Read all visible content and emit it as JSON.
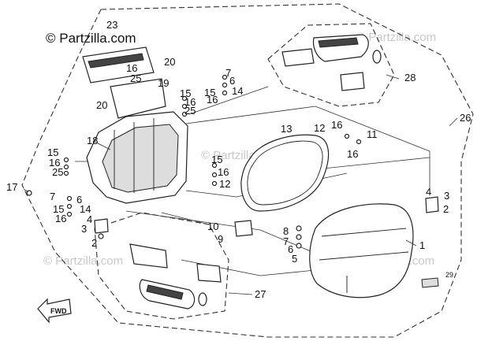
{
  "brand": {
    "text": "© Partzilla.com"
  },
  "watermarks": [
    "© Partzilla.com",
    "© Partzilla.com",
    "© Partzilla.com",
    "© Partzilla.com"
  ],
  "direction_marker": "FWD",
  "callouts": {
    "c1": "1",
    "c2a": "2",
    "c2b": "2",
    "c3a": "3",
    "c3b": "3",
    "c4a": "4",
    "c4b": "4",
    "c5": "5",
    "c6a": "6",
    "c6b": "6",
    "c6c": "6",
    "c7a": "7",
    "c7b": "7",
    "c7c": "7",
    "c8": "8",
    "c9": "9",
    "c10": "10",
    "c11": "11",
    "c12a": "12",
    "c12b": "12",
    "c13": "13",
    "c14a": "14",
    "c14b": "14",
    "c15a": "15",
    "c15b": "15",
    "c15c": "15",
    "c15d": "15",
    "c15e": "15",
    "c16a": "16",
    "c16b": "16",
    "c16c": "16",
    "c16d": "16",
    "c16e": "16",
    "c16f": "16",
    "c16g": "16",
    "c16h": "16",
    "c17": "17",
    "c18": "18",
    "c19": "19",
    "c20a": "20",
    "c20b": "20",
    "c23": "23",
    "c25a": "25",
    "c25b": "25",
    "c25c": "25",
    "c26": "26",
    "c27": "27",
    "c28": "28",
    "c29": "29"
  }
}
